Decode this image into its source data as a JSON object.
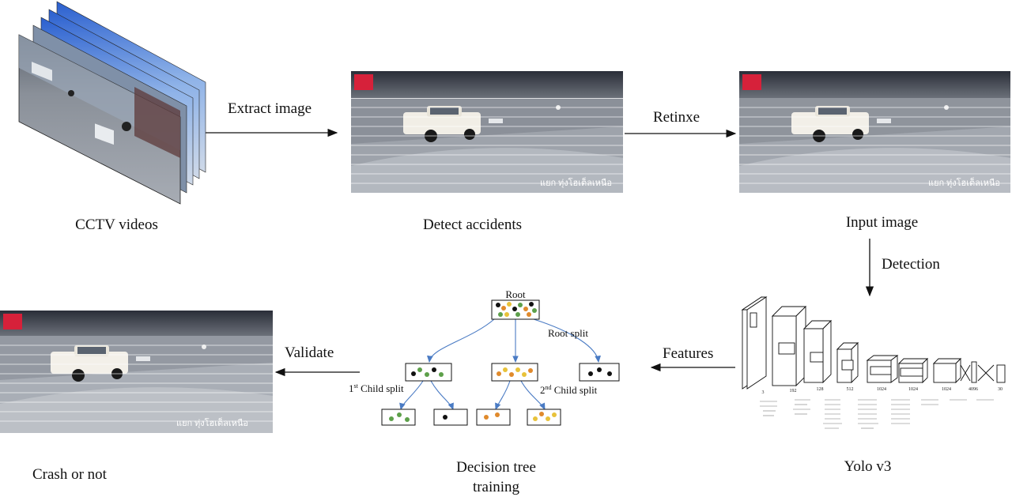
{
  "stages": {
    "cctv": "CCTV videos",
    "detect": "Detect accidents",
    "input": "Input image",
    "yolo": "Yolo v3",
    "tree_line1": "Decision tree",
    "tree_line2": "training",
    "crash": "Crash or not"
  },
  "arrows": {
    "extract": "Extract image",
    "retinex": "Retinxe",
    "detection": "Detection",
    "features": "Features",
    "validate": "Validate"
  },
  "tree": {
    "root": "Root",
    "root_split": "Root split",
    "child1_num": "1",
    "child1_sup": "st",
    "child1_rest": " Child split",
    "child2_num": "2",
    "child2_sup": "nd",
    "child2_rest": " Child split"
  },
  "frame_caption": "แยก ทุ่งโฮเต็ลเหนือ",
  "yolo_dims": [
    "3",
    "192",
    "128",
    "512",
    "1024",
    "1024",
    "1024",
    "4096",
    "30"
  ],
  "colors": {
    "arrow_blue": "#4a7bc4",
    "dot_green": "#5da04a",
    "dot_orange": "#e08a2c",
    "dot_yellow": "#e8c23a",
    "dot_black": "#111111",
    "logo_red": "#d6213a"
  }
}
